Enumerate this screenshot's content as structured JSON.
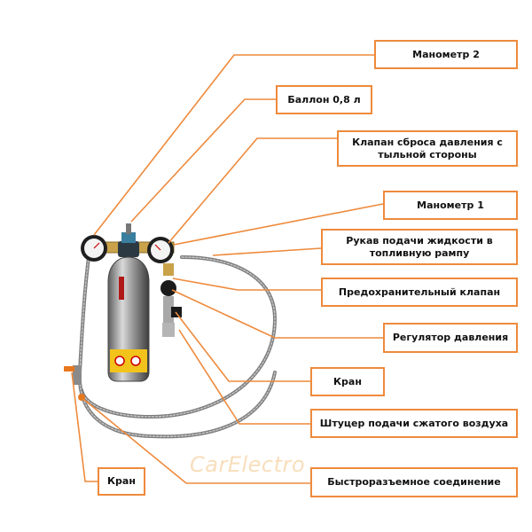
{
  "labels": {
    "gauge2": "Манометр 2",
    "tank": "Баллон 0,8 л",
    "relief_valve": "Клапан сброса давления с тыльной стороны",
    "gauge1": "Манометр 1",
    "fuel_hose": "Рукав подачи жидкости в топливную рампу",
    "safety_valve": "Предохранительный клапан",
    "pressure_regulator": "Регулятор давления",
    "tap_right": "Кран",
    "air_fitting": "Штуцер подачи сжатого воздуха",
    "tap_left": "Кран",
    "quick_coupling": "Быстроразъемное соединение"
  },
  "watermark": "CarElectro",
  "colors": {
    "leader": "#ee8a3c",
    "box_border": "#ee8a3c",
    "tank_body": "#8c8c8c",
    "tank_cap": "#2b3a42",
    "warning_label": "#f2c31b",
    "hose": "#9a9a9a"
  }
}
